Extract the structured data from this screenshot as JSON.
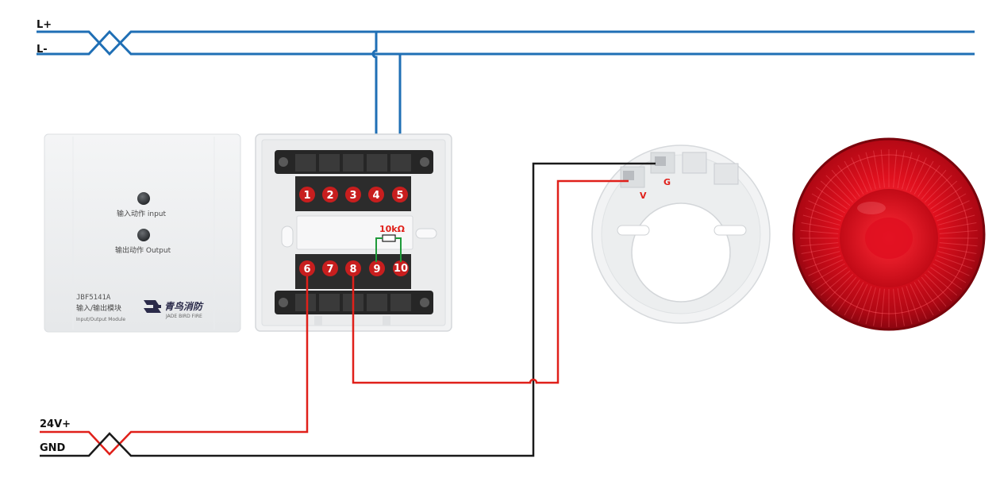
{
  "bus": {
    "l_plus": "L+",
    "l_minus": "L-",
    "v24_plus": "24V+",
    "gnd": "GND"
  },
  "front_panel": {
    "input_label": "输入动作 input",
    "output_label": "输出动作 Output",
    "model": "JBF5141A",
    "name_cn": "输入/输出模块",
    "name_en": "Input/Output Module",
    "brand_cn": "青鸟消防",
    "brand_en": "JADE BIRD FIRE"
  },
  "terminals": {
    "top": [
      "1",
      "2",
      "3",
      "4",
      "5"
    ],
    "bottom": [
      "6",
      "7",
      "8",
      "9",
      "10"
    ]
  },
  "resistor_label": "10kΩ",
  "base_labels": {
    "v": "V",
    "g": "G"
  },
  "colors": {
    "bus_blue": "#1f6fb5",
    "wire_red": "#e0201a",
    "wire_black": "#1a1a1a",
    "wire_green": "#1f9a3a",
    "terminal_red": "#c81e1e",
    "strobe_red": "#d8101c"
  }
}
